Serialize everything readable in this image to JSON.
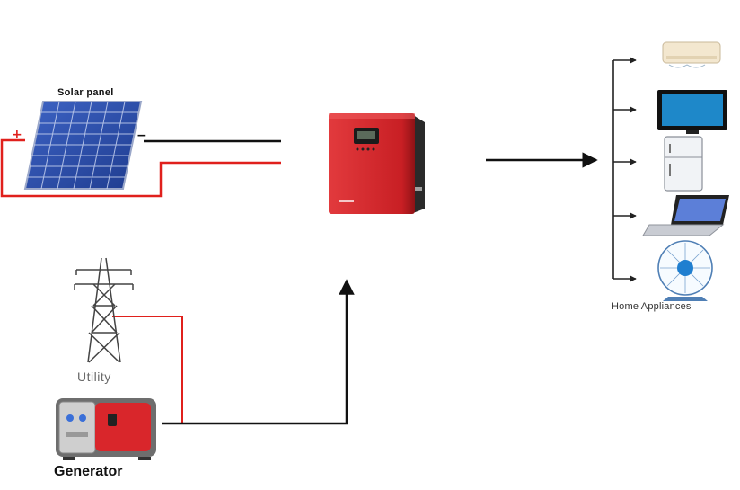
{
  "labels": {
    "solar_panel": "Solar panel",
    "utility": "Utility",
    "generator": "Generator",
    "home_appliances": "Home Appliances"
  },
  "polarity": {
    "positive": "+",
    "negative": "−"
  },
  "colors": {
    "dc_positive_wire": "#e0201c",
    "dc_negative_wire": "#111111",
    "ac_input_wire": "#e0201c",
    "flow_arrow": "#111111",
    "inverter_body": "#d9262b",
    "solar_cells": "#2b4fae"
  },
  "icons": [
    "solar-panel-icon",
    "inverter-icon",
    "utility-tower-icon",
    "generator-icon",
    "air-conditioner-icon",
    "television-icon",
    "refrigerator-icon",
    "laptop-icon",
    "fan-icon"
  ]
}
